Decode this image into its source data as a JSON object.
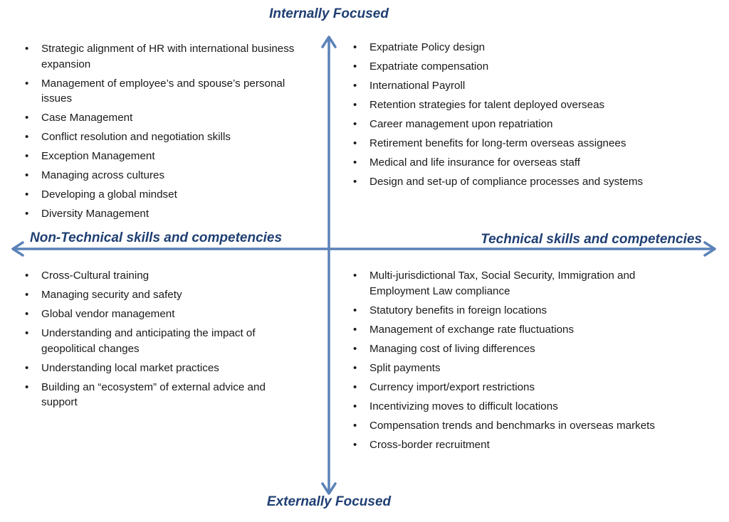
{
  "labels": {
    "top": "Internally Focused",
    "bottom": "Externally Focused",
    "left": "Non-Technical skills and competencies",
    "right": "Technical skills and competencies"
  },
  "colors": {
    "axis": "#5b82b8",
    "label": "#1f3f73"
  },
  "quadrants": {
    "top_left": [
      "Strategic alignment of HR with international business expansion",
      "Management of employee’s and spouse’s personal issues",
      "Case Management",
      "Conflict resolution and negotiation skills",
      "Exception Management",
      "Managing across cultures",
      "Developing a global mindset",
      "Diversity Management"
    ],
    "top_right": [
      "Expatriate Policy design",
      "Expatriate compensation",
      "International Payroll",
      "Retention strategies for talent deployed overseas",
      "Career management  upon repatriation",
      "Retirement benefits for long-term overseas assignees",
      "Medical and life insurance for overseas staff",
      "Design and set-up of compliance  processes and systems"
    ],
    "bottom_left": [
      "Cross-Cultural training",
      "Managing security and safety",
      "Global vendor management",
      "Understanding and anticipating the impact of geopolitical changes",
      "Understanding local market practices",
      "Building an “ecosystem” of external advice and support"
    ],
    "bottom_right": [
      "Multi-jurisdictional  Tax, Social Security, Immigration and Employment Law compliance",
      "Statutory benefits in foreign locations",
      "Management of exchange rate fluctuations",
      "Managing cost of living differences",
      "Split payments",
      "Currency import/export restrictions",
      "Incentivizing moves to difficult locations",
      "Compensation trends and benchmarks in overseas markets",
      "Cross-border recruitment"
    ]
  }
}
